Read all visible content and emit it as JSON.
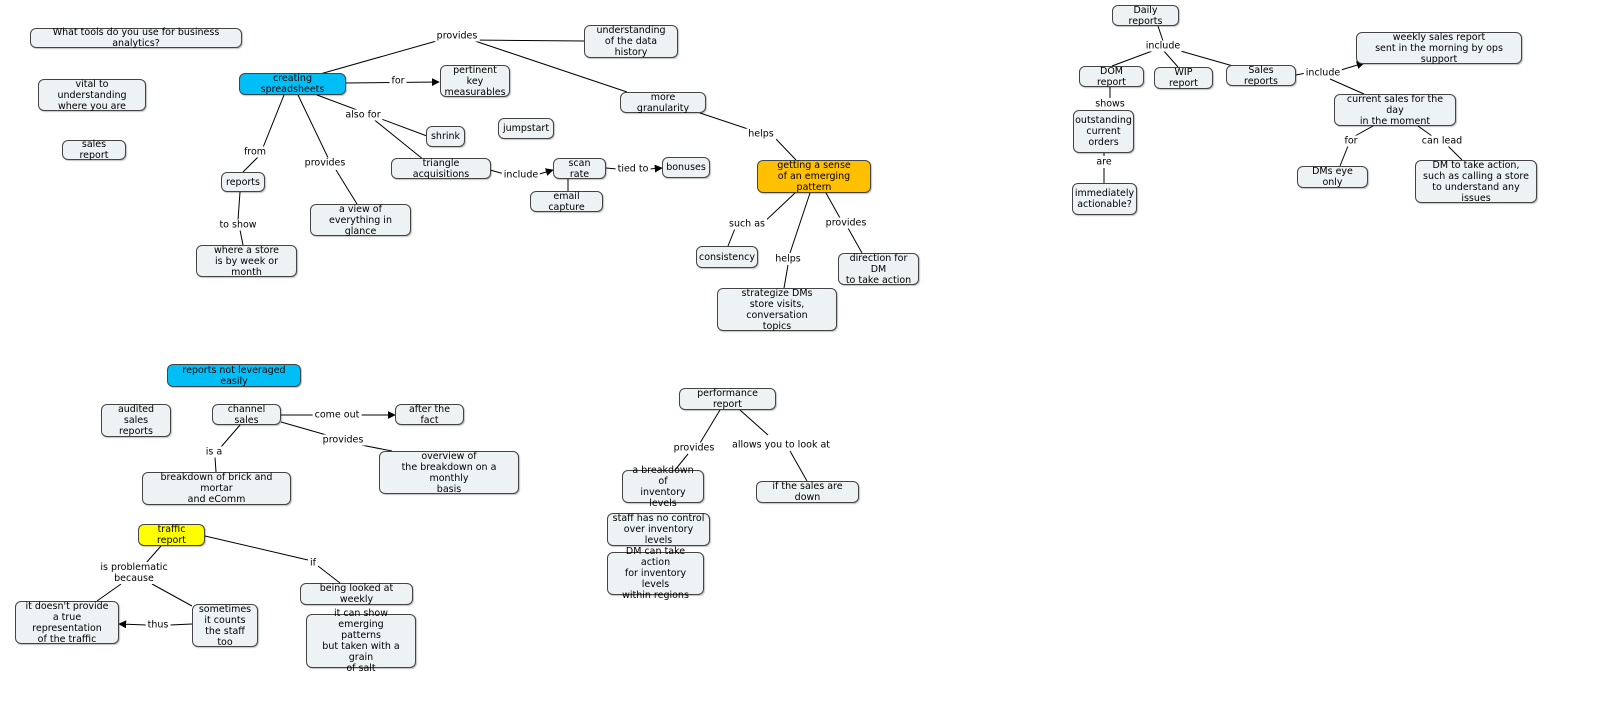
{
  "nodes": {
    "what_tools": "What tools do you use for business analytics?",
    "vital": "vital to understanding\nwhere you are",
    "sales_report": "sales report",
    "creating_spreadsheets": "creating spreadsheets",
    "understanding": "understanding\nof the data history",
    "pertinent": "pertinent key\nmeasurables",
    "more_granularity": "more granularity",
    "jumpstart": "jumpstart",
    "shrink": "shrink",
    "triangle": "triangle acquisitions",
    "scan_rate": "scan rate",
    "bonuses": "bonuses",
    "email_capture": "email capture",
    "reports": "reports",
    "view": "a view of\neverything in glance",
    "where_store": "where a store\nis by week or month",
    "getting_sense": "getting a sense\nof an emerging pattern",
    "consistency": "consistency",
    "direction": "direction for DM\nto take action",
    "strategize": "strategize DMs\nstore visits, conversation\ntopics",
    "daily_reports": "Daily reports",
    "dom_report": "DOM report",
    "wip_report": "WIP report",
    "sales_reports": "Sales reports",
    "weekly_sales": "weekly sales report\nsent in the morning by ops support",
    "current_sales": "current sales for the day\nin the moment",
    "outstanding": "outstanding\ncurrent\norders",
    "immediately": "immediately\nactionable?",
    "dms_eye": "DMs eye only",
    "dm_action": "DM to take action,\nsuch as calling a store\nto understand any issues",
    "reports_not": "reports not leveraged easily",
    "audited": "audited sales\nreports",
    "channel_sales": "channel sales",
    "after_fact": "after the fact",
    "breakdown_brick": "breakdown of brick and mortar\nand eComm",
    "overview": "overview of\nthe breakdown on a monthly\nbasis",
    "traffic_report": "traffic report",
    "doesnt_provide": "it doesn't provide\na true representation\nof the traffic",
    "sometimes": "sometimes\nit counts\nthe staff too",
    "looked_weekly": "being looked at weekly",
    "emerging": "it can show emerging\npatterns\nbut taken with a grain\nof salt",
    "performance": "performance report",
    "breakdown_inv": "a breakdown of\ninventory levels",
    "sales_down": "if the sales are down",
    "staff_control": "staff has no control\nover inventory levels",
    "dm_inventory": "DM can take action\nfor inventory levels\nwithin regions"
  },
  "labels": {
    "provides_top": "provides",
    "for": "for",
    "also_for": "also for",
    "from": "from",
    "provides_left": "provides",
    "to_show": "to show",
    "include_mid": "include",
    "tied_to": "tied to",
    "helps_top": "helps",
    "such_as": "such as",
    "helps_bottom": "helps",
    "provides_right": "provides",
    "include_daily": "include",
    "include_sales": "include",
    "shows": "shows",
    "are": "are",
    "for_dms": "for",
    "can_lead": "can lead",
    "come_out": "come out",
    "is_a": "is a",
    "provides_channel": "provides",
    "is_problematic": "is problematic\nbecause",
    "if": "if",
    "thus": "thus",
    "provides_perf": "provides",
    "allows": "allows you to look at"
  }
}
